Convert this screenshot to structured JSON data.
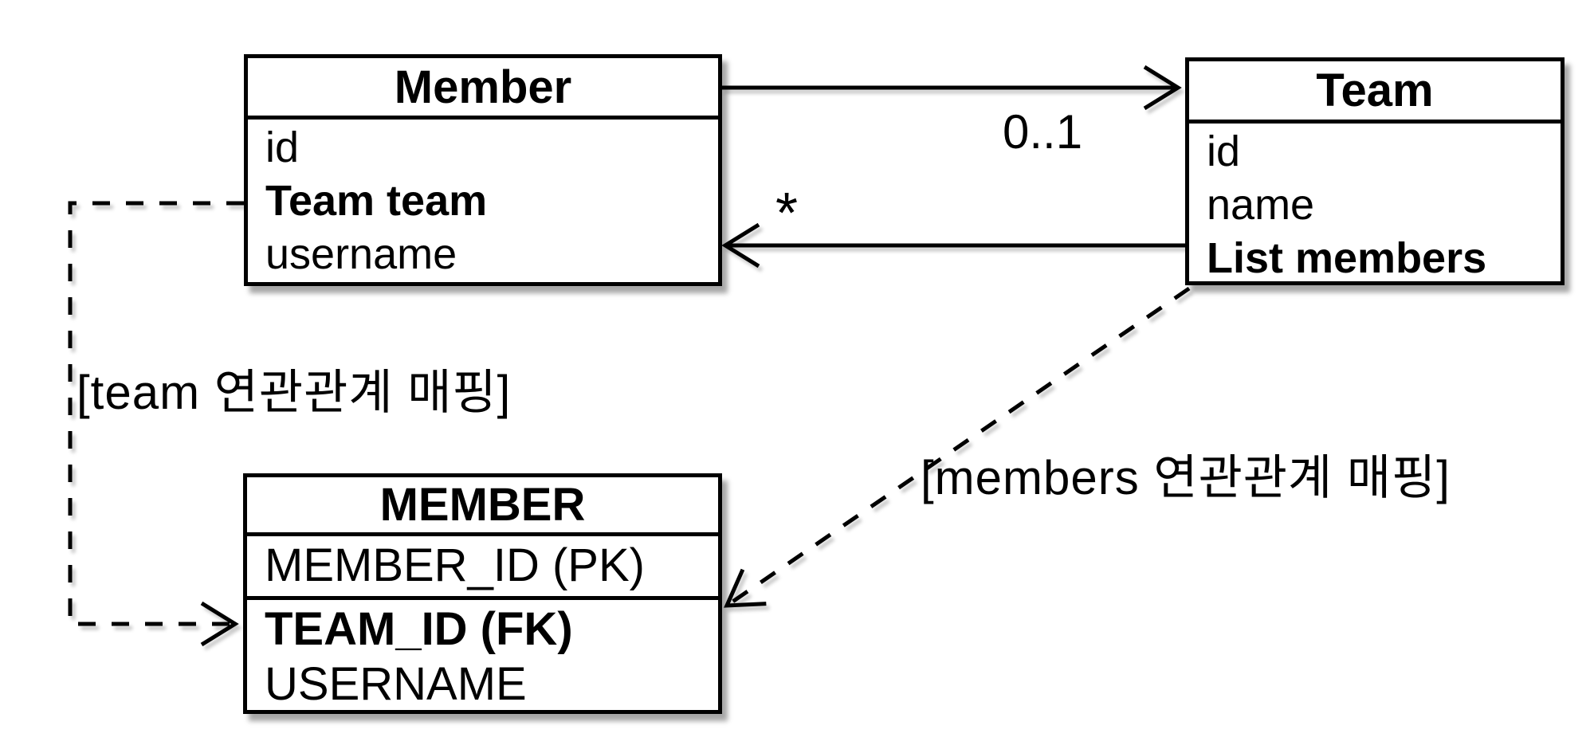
{
  "member_class": {
    "title": "Member",
    "fields": [
      {
        "label": "id"
      },
      {
        "label": "Team team"
      },
      {
        "label": "username"
      }
    ]
  },
  "team_class": {
    "title": "Team",
    "fields": [
      {
        "label": "id"
      },
      {
        "label": "name"
      },
      {
        "label": "List members"
      }
    ]
  },
  "member_table": {
    "title": "MEMBER",
    "primary_key": {
      "label": "MEMBER_ID (PK)"
    },
    "fields": [
      {
        "label": "TEAM_ID (FK)"
      },
      {
        "label": "USERNAME"
      }
    ]
  },
  "associations": {
    "member_to_team_multiplicity": "0..1",
    "team_to_member_multiplicity": "*",
    "team_mapping_label": "[team 연관관계 매핑]",
    "members_mapping_label": "[members 연관관계 매핑]"
  },
  "colors": {
    "line": "#000000",
    "background": "#ffffff",
    "text": "#000000"
  }
}
